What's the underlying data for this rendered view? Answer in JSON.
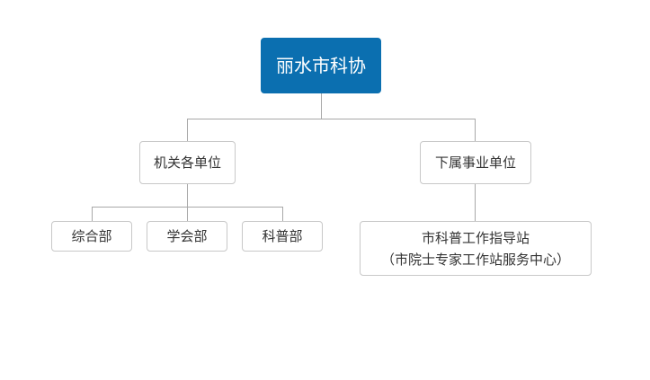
{
  "root": {
    "label": "丽水市科协"
  },
  "branches": [
    {
      "label": "机关各单位",
      "children": [
        {
          "label": "综合部"
        },
        {
          "label": "学会部"
        },
        {
          "label": "科普部"
        }
      ]
    },
    {
      "label": "下属事业单位",
      "children": [
        {
          "line1": "市科普工作指导站",
          "line2": "（市院士专家工作站服务中心）"
        }
      ]
    }
  ],
  "colors": {
    "root_fill": "#0b6fb0",
    "node_border": "#c8c8c8",
    "connector": "#a8a8a8",
    "text": "#333333"
  }
}
